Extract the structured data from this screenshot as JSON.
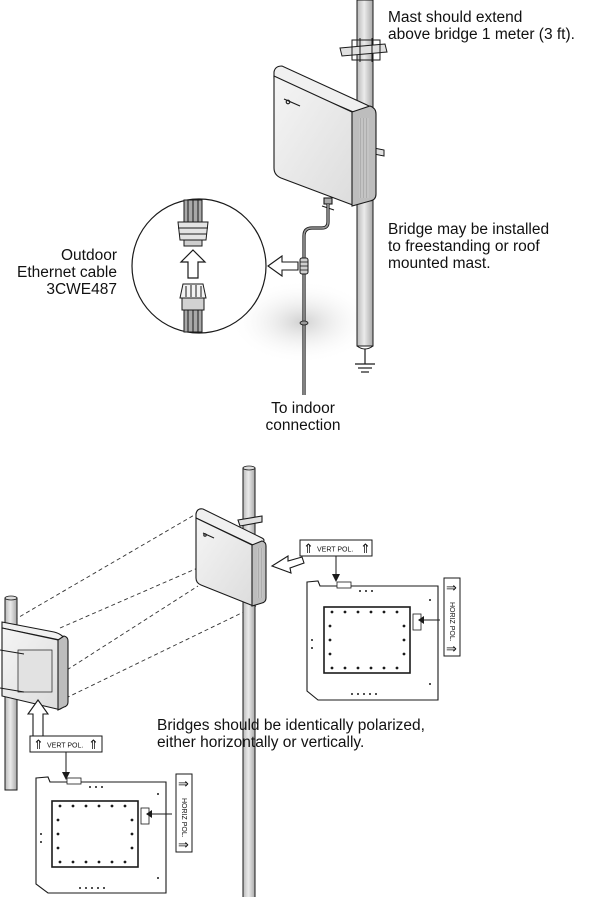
{
  "labels": {
    "mast_note": [
      "Mast should extend",
      "above bridge 1 meter (3 ft)."
    ],
    "install_note": [
      "Bridge may be installed",
      "to freestanding or roof",
      "mounted mast."
    ],
    "cable": [
      "Outdoor",
      "Ethernet cable",
      "3CWE487"
    ],
    "indoor": [
      "To indoor",
      "connection"
    ],
    "polarize_note": [
      "Bridges should be identically polarized,",
      "either horizontally or vertically."
    ]
  },
  "polarity": {
    "vert": "VERT POL.",
    "horiz": "HORIZ POL.",
    "arrow": "⇑",
    "arrow_right": "⇒"
  },
  "colors": {
    "line": "#1a1a1a",
    "panel_face": "#ececec",
    "panel_side": "#bdbdbd",
    "mast": "#d3d3d3",
    "shadow": "#d8d8d8"
  }
}
